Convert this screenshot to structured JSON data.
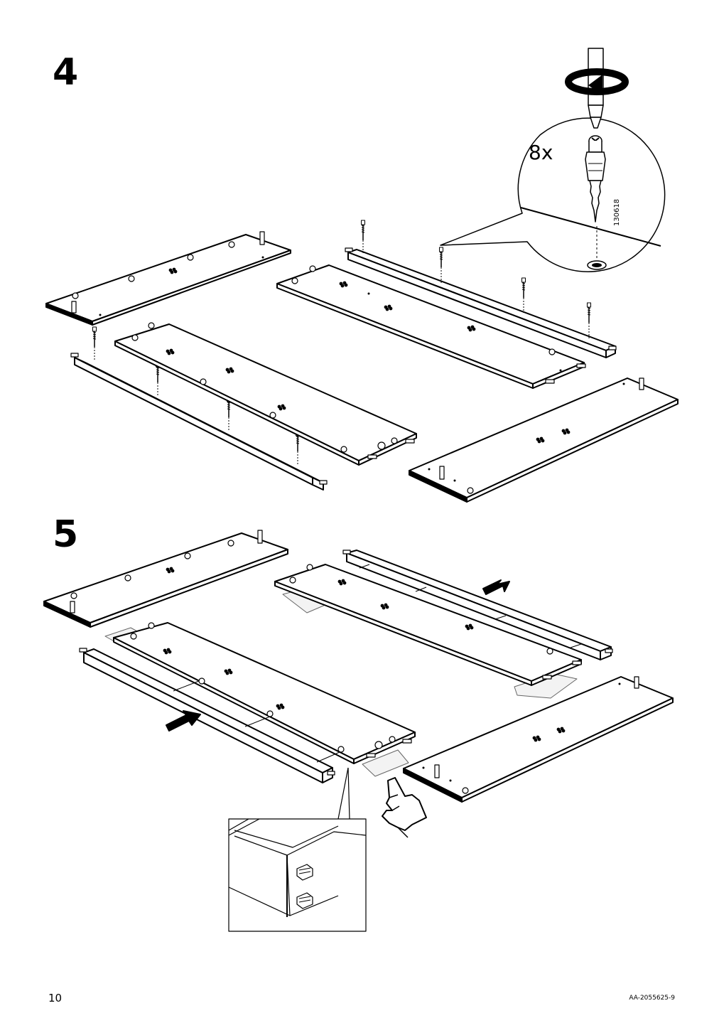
{
  "steps": [
    {
      "number": "4"
    },
    {
      "number": "5"
    }
  ],
  "detail": {
    "quantity": "8x",
    "part_number": "130618"
  },
  "footer": {
    "page_number": "10",
    "document_code": "AA-2055625-9"
  },
  "icons": [
    "screwdriver-icon",
    "rotate-arrow-icon",
    "cam-lock-screw-icon",
    "push-arrow-icon",
    "pointing-hand-icon",
    "wooden-dowel-icon"
  ]
}
